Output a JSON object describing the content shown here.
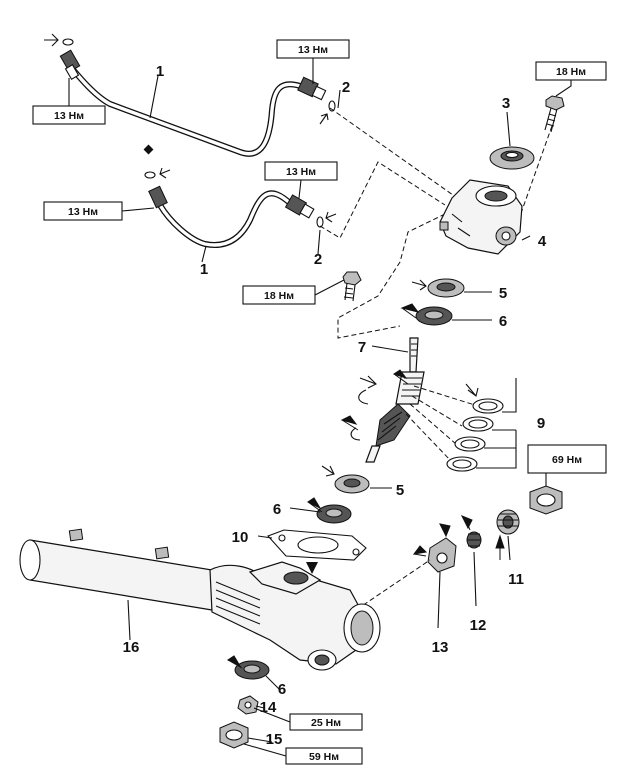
{
  "part_numbers": [
    "1",
    "2",
    "3",
    "4",
    "5",
    "6",
    "7",
    "9",
    "1",
    "2",
    "5",
    "6",
    "10",
    "16",
    "13",
    "12",
    "11",
    "6",
    "14",
    "15"
  ],
  "torque_labels": [
    "13 Нм",
    "18 Нм",
    "13 Нм",
    "13 Нм",
    "13 Нм",
    "18 Нм",
    "69 Нм",
    "25 Нм",
    "59 Нм"
  ],
  "symbols": {
    "apply_arrow": "arrow-icon",
    "grease": "diamond-icon"
  }
}
